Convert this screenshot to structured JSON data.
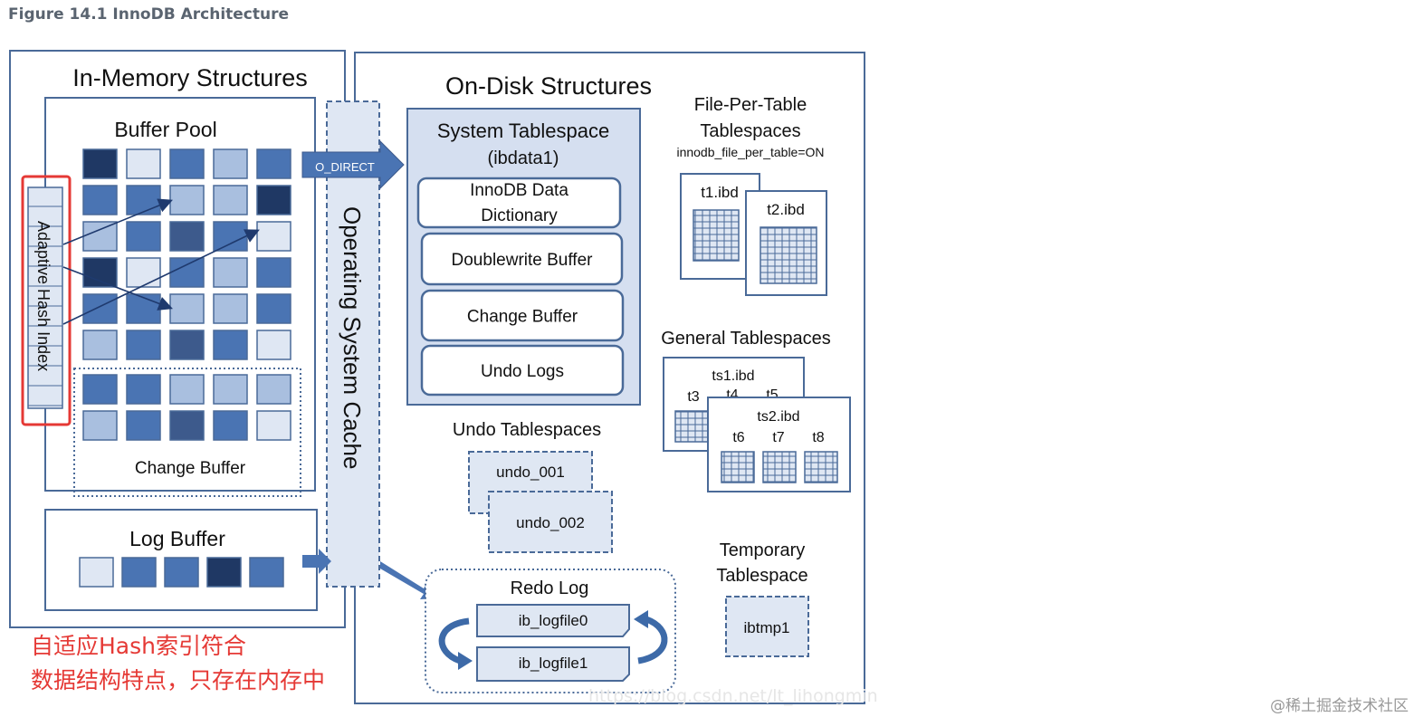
{
  "figure_title": "Figure 14.1 InnoDB Architecture",
  "in_memory": {
    "title": "In-Memory Structures",
    "buffer_pool_label": "Buffer Pool",
    "adaptive_hash_index_label": "Adaptive Hash Index",
    "change_buffer_label": "Change Buffer",
    "log_buffer_label": "Log Buffer"
  },
  "os_cache_label": "Operating System Cache",
  "o_direct_label": "O_DIRECT",
  "on_disk": {
    "title": "On-Disk Structures",
    "system_tablespace": {
      "title": "System Tablespace",
      "subtitle": "(ibdata1)",
      "items": [
        "InnoDB Data Dictionary",
        "Doublewrite Buffer",
        "Change Buffer",
        "Undo Logs"
      ]
    },
    "file_per_table": {
      "title_line1": "File-Per-Table",
      "title_line2": "Tablespaces",
      "setting": "innodb_file_per_table=ON",
      "files": [
        "t1.ibd",
        "t2.ibd"
      ]
    },
    "general_tablespaces": {
      "title": "General Tablespaces",
      "ts1": {
        "file": "ts1.ibd",
        "tables": [
          "t3",
          "t4",
          "t5"
        ]
      },
      "ts2": {
        "file": "ts2.ibd",
        "tables": [
          "t6",
          "t7",
          "t8"
        ]
      }
    },
    "undo_tablespaces": {
      "title": "Undo Tablespaces",
      "files": [
        "undo_001",
        "undo_002"
      ]
    },
    "temporary_tablespace": {
      "title_line1": "Temporary",
      "title_line2": "Tablespace",
      "file": "ibtmp1"
    },
    "redo_log": {
      "title": "Redo Log",
      "files": [
        "ib_logfile0",
        "ib_logfile1"
      ]
    }
  },
  "annotation": {
    "line1": "自适应Hash索引符合",
    "line2": "数据结构特点，只存在内存中",
    "color": "#e53935"
  },
  "watermark": "https://blog.csdn.net/lt_lihongmin",
  "brand": "@稀土掘金技术社区",
  "colors": {
    "dark": "#1f3864",
    "mid": "#4a74b3",
    "light": "#a9bfdf",
    "pale": "#dfe7f3",
    "steel": "#3d5a8c",
    "frame": "#4a6a98"
  }
}
